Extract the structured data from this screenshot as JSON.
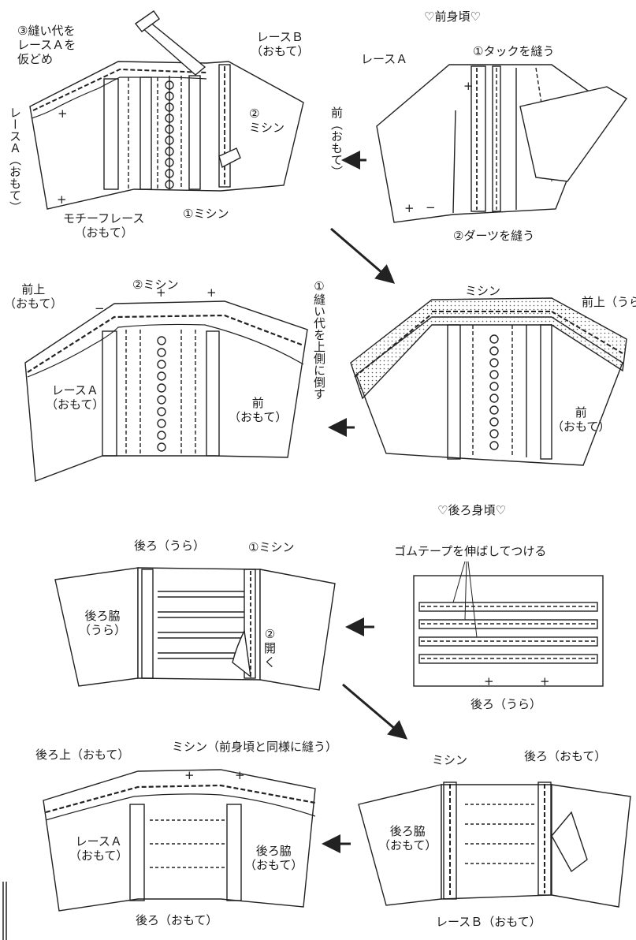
{
  "headers": {
    "front": "♡前身頃♡",
    "back": "♡後ろ身頃♡"
  },
  "step1": {
    "baste_lace": "③縫い代を\nレースＡを\n仮どめ",
    "lace_b": "レースＢ\n（おもて）",
    "machine2": "②\nミシン",
    "lace_a_vert": "レースＡ（おもて）",
    "front_vert": "前（おもて）",
    "motif_lace": "モチーフレース\n（おもて）",
    "machine1": "①ミシン"
  },
  "step2": {
    "lace_a": "レースＡ",
    "tuck": "①タックを縫う",
    "dart": "②ダーツを縫う"
  },
  "step3": {
    "machine": "ミシン",
    "front_upper": "前上（うら",
    "front": "前\n（おもて）"
  },
  "step4": {
    "front_upper": "前上\n（おもて）",
    "machine2": "②ミシン",
    "fold_vert": "①縫い代を上側に倒す",
    "lace_a": "レースＡ\n（おもて）",
    "front": "前\n（おもて）"
  },
  "step5": {
    "elastic": "ゴムテープを伸ばしてつける",
    "back_ura": "後ろ（うら）"
  },
  "step6": {
    "back_ura": "後ろ（うら）",
    "machine1": "①ミシン",
    "side_back": "後ろ脇\n（うら）",
    "open": "②\n開\nく"
  },
  "step7": {
    "machine": "ミシン",
    "back_omote": "後ろ（おもて）",
    "side_back": "後ろ脇\n（おもて）",
    "lace_b": "レースＢ（おもて）"
  },
  "step8": {
    "back_upper": "後ろ上（おもて）",
    "machine_note": "ミシン（前身頃と同様に縫う）",
    "lace_a": "レースＡ\n（おもて）",
    "side_back": "後ろ脇\n（おもて）",
    "back_omote": "後ろ（おもて）"
  },
  "symbols": {
    "plus": "+",
    "minus": "−"
  }
}
